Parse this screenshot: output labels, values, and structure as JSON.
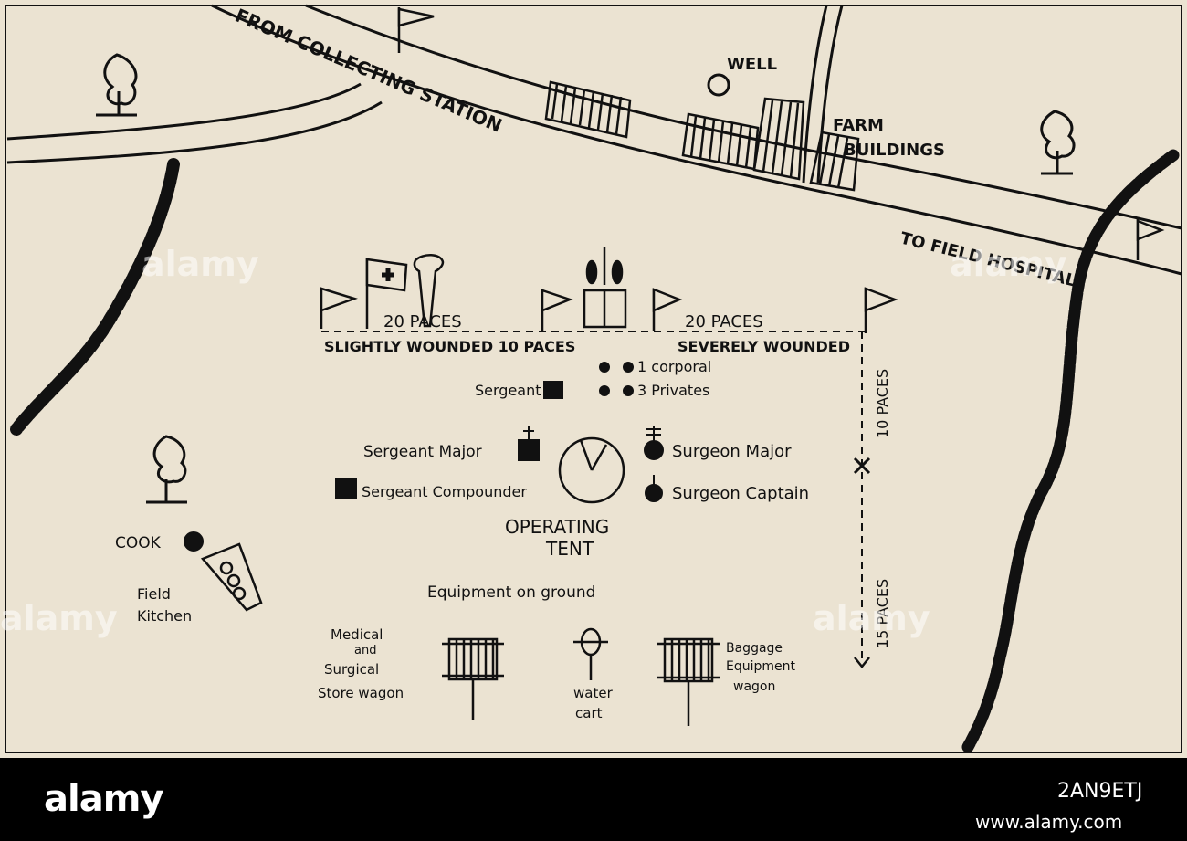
{
  "labels": {
    "from_collecting": "FROM COLLECTING STATION",
    "to_field_hospital": "TO FIELD HOSPITAL",
    "well": "WELL",
    "farm": "FARM",
    "buildings": "BUILDINGS",
    "paces_20_left": "20 PACES",
    "paces_20_right": "20 PACES",
    "slightly_wounded": "SLIGHTLY WOUNDED 10 PACES",
    "severely_wounded": "SEVERELY WOUNDED",
    "paces_10_vertical": "10 PACES",
    "paces_15_vertical": "15 PACES",
    "corporal": "1 corporal",
    "privates": "3 Privates",
    "sergeant": "Sergeant",
    "sergeant_major": "Sergeant Major",
    "sergeant_compounder": "Sergeant Compounder",
    "surgeon_major": "Surgeon Major",
    "surgeon_captain": "Surgeon Captain",
    "operating": "OPERATING",
    "tent": "TENT",
    "cook": "COOK",
    "field": "Field",
    "kitchen": "Kitchen",
    "equipment": "Equipment on ground",
    "medical": "Medical",
    "and": "and",
    "surgical": "Surgical",
    "store_wagon": "Store wagon",
    "water": "water",
    "cart": "cart",
    "baggage": "Baggage",
    "equipment_wagon1": "Equipment",
    "equipment_wagon2": "wagon"
  },
  "watermark": "alamy",
  "footer": {
    "logo": "alamy",
    "image_id": "2AN9ETJ",
    "url": "www.alamy.com"
  }
}
